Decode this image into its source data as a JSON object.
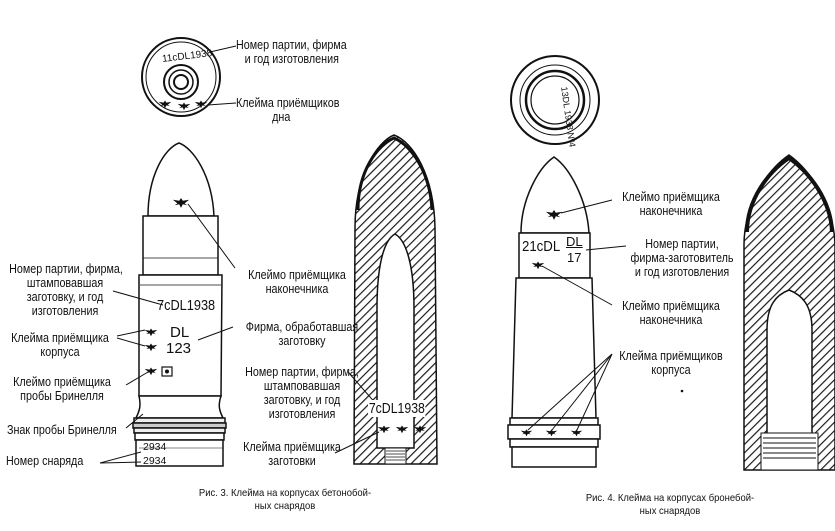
{
  "fig3": {
    "base": {
      "stamp": "11cDL1938",
      "lot_label": [
        "Номер партии, фирма",
        "и год изготовления"
      ],
      "inspector_label": [
        "Клейма приёмщиков",
        "дна"
      ]
    },
    "labels": {
      "lot_forging": [
        "Номер партии, фирма,",
        "штамповавшая",
        "заготовку, и год",
        "изготовления"
      ],
      "body_inspectors": [
        "Клейма приёмщика",
        "корпуса"
      ],
      "brinell_inspector": [
        "Клеймо приёмщика",
        "пробы Бринелля"
      ],
      "brinell_mark": "Знак пробы Бринелля",
      "shell_number": "Номер снаряда",
      "cap_inspector": [
        "Клеймо приёмщика",
        "наконечника"
      ],
      "machining_firm": [
        "Фирма, обработавшая",
        "заготовку"
      ],
      "section_lot": [
        "Номер партии, фирма,",
        "штамповавшая",
        "заготовку, и год",
        "изготовления"
      ],
      "blank_inspectors": [
        "Клейма приёмщика",
        "заготовки"
      ]
    },
    "stamps": {
      "body_lot": "7cDL1938",
      "firm": "DL",
      "firm_no": "123",
      "number_upper": "2934",
      "number_lower": "2934",
      "section_lot": "7cDL1938"
    },
    "caption": [
      "Рис. 3. Клейма на корпусах бетонобой-",
      "ных снарядов"
    ]
  },
  "fig4": {
    "base": {
      "stamp": "13DL 1938 Nº4"
    },
    "labels": {
      "cap_inspector_1": [
        "Клеймо приёмщика",
        "наконечника"
      ],
      "lot_firm": [
        "Номер партии,",
        "фирма-заготовитель",
        "и год изготовления"
      ],
      "cap_inspector_2": [
        "Клеймо приёмщика",
        "наконечника"
      ],
      "body_inspectors": [
        "Клейма приёмщиков",
        "корпуса"
      ]
    },
    "stamps": {
      "lot": "21cDL",
      "firm": "DL",
      "no": "17"
    },
    "caption": [
      "Рис. 4. Клейма на корпусах бронебой-",
      "ных снарядов"
    ]
  }
}
